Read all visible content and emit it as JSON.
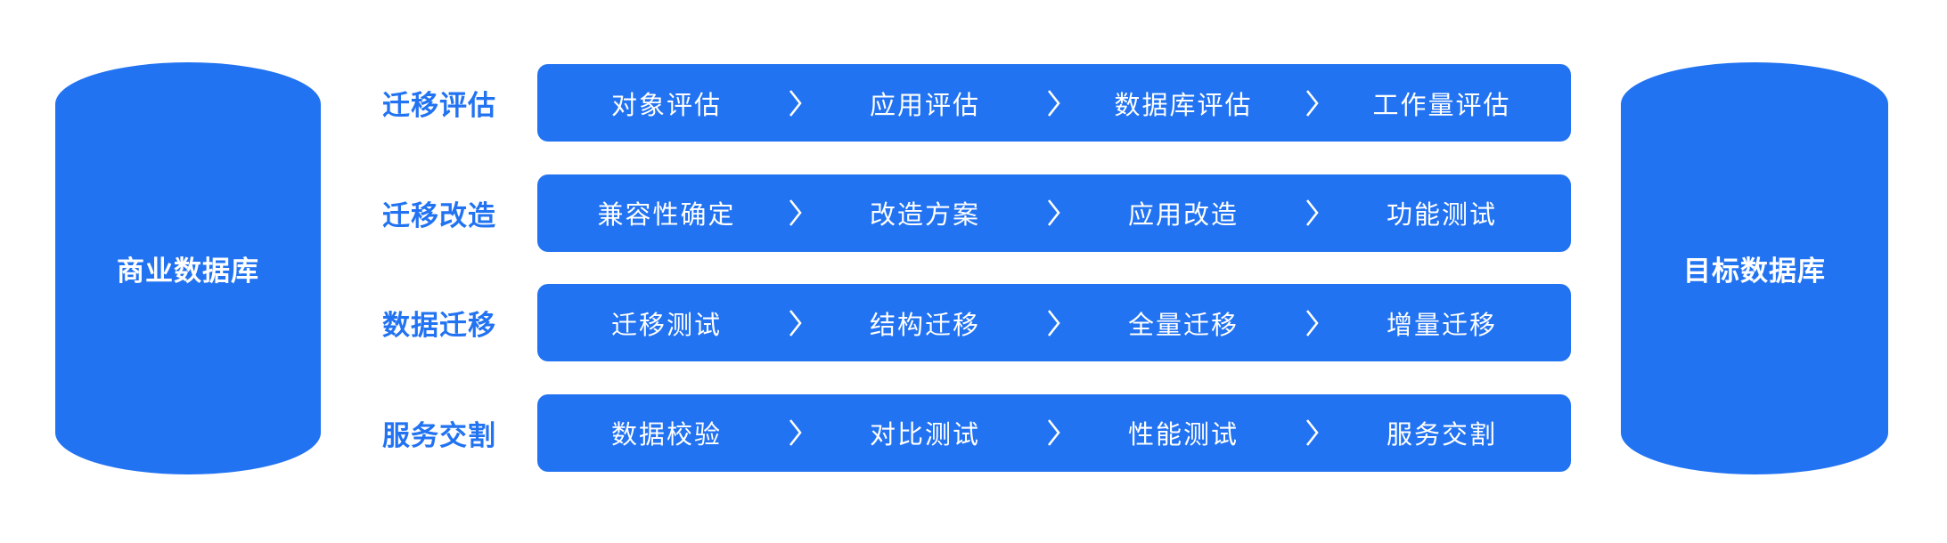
{
  "palette": {
    "blue": "#2273F2",
    "text_on_blue": "#ffffff",
    "background": "#ffffff"
  },
  "source_db": {
    "label": "商业数据库"
  },
  "target_db": {
    "label": "目标数据库"
  },
  "rows": [
    {
      "label": "迁移评估",
      "steps": [
        "对象评估",
        "应用评估",
        "数据库评估",
        "工作量评估"
      ]
    },
    {
      "label": "迁移改造",
      "steps": [
        "兼容性确定",
        "改造方案",
        "应用改造",
        "功能测试"
      ]
    },
    {
      "label": "数据迁移",
      "steps": [
        "迁移测试",
        "结构迁移",
        "全量迁移",
        "增量迁移"
      ]
    },
    {
      "label": "服务交割",
      "steps": [
        "数据校验",
        "对比测试",
        "性能测试",
        "服务交割"
      ]
    }
  ],
  "separator": {
    "icon": "chevron-right"
  }
}
